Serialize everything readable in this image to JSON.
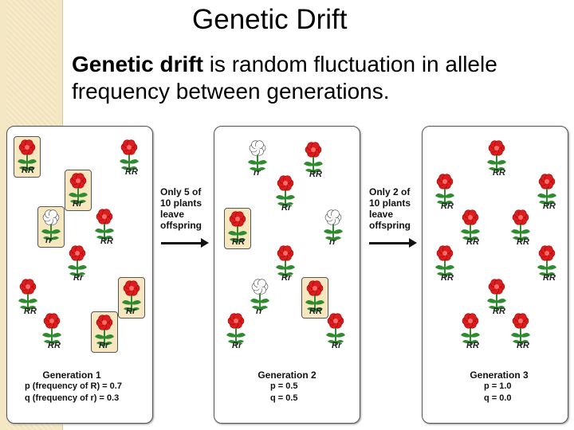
{
  "slide": {
    "title": "Genetic Drift",
    "body_bold": "Genetic drift",
    "body_rest": " is random fluctuation in allele frequency between generations."
  },
  "colors": {
    "red_flower": "#d81e1e",
    "white_flower": "#ffffff",
    "leaf": "#2e8b2e",
    "box": "#f6e7c1"
  },
  "generations": [
    {
      "label": "Generation 1",
      "lines": [
        "p (frequency of R) = 0.7",
        "q (frequency of r) = 0.3"
      ],
      "plants": [
        {
          "genotype": "RR",
          "flower": "red",
          "boxed": true
        },
        {
          "genotype": "RR",
          "flower": "red",
          "boxed": false
        },
        {
          "genotype": "Rr",
          "flower": "red",
          "boxed": true
        },
        {
          "genotype": "rr",
          "flower": "white",
          "boxed": true
        },
        {
          "genotype": "RR",
          "flower": "red",
          "boxed": false
        },
        {
          "genotype": "Rr",
          "flower": "red",
          "boxed": false
        },
        {
          "genotype": "RR",
          "flower": "red",
          "boxed": false
        },
        {
          "genotype": "Rr",
          "flower": "red",
          "boxed": true
        },
        {
          "genotype": "RR",
          "flower": "red",
          "boxed": false
        },
        {
          "genotype": "Rr",
          "flower": "red",
          "boxed": true
        }
      ]
    },
    {
      "label": "Generation 2",
      "lines": [
        "p = 0.5",
        "q = 0.5"
      ],
      "plants": [
        {
          "genotype": "rr",
          "flower": "white",
          "boxed": false
        },
        {
          "genotype": "RR",
          "flower": "red",
          "boxed": false
        },
        {
          "genotype": "Rr",
          "flower": "red",
          "boxed": false
        },
        {
          "genotype": "RR",
          "flower": "red",
          "boxed": true
        },
        {
          "genotype": "rr",
          "flower": "white",
          "boxed": false
        },
        {
          "genotype": "Rr",
          "flower": "red",
          "boxed": false
        },
        {
          "genotype": "rr",
          "flower": "white",
          "boxed": false
        },
        {
          "genotype": "RR",
          "flower": "red",
          "boxed": true
        },
        {
          "genotype": "Rr",
          "flower": "red",
          "boxed": false
        },
        {
          "genotype": "Rr",
          "flower": "red",
          "boxed": false
        }
      ]
    },
    {
      "label": "Generation 3",
      "lines": [
        "p = 1.0",
        "q = 0.0"
      ],
      "plants": [
        {
          "genotype": "RR",
          "flower": "red",
          "boxed": false
        },
        {
          "genotype": "RR",
          "flower": "red",
          "boxed": false
        },
        {
          "genotype": "RR",
          "flower": "red",
          "boxed": false
        },
        {
          "genotype": "RR",
          "flower": "red",
          "boxed": false
        },
        {
          "genotype": "RR",
          "flower": "red",
          "boxed": false
        },
        {
          "genotype": "RR",
          "flower": "red",
          "boxed": false
        },
        {
          "genotype": "RR",
          "flower": "red",
          "boxed": false
        },
        {
          "genotype": "RR",
          "flower": "red",
          "boxed": false
        },
        {
          "genotype": "RR",
          "flower": "red",
          "boxed": false
        },
        {
          "genotype": "RR",
          "flower": "red",
          "boxed": false
        }
      ]
    }
  ],
  "arrows": [
    {
      "lines": [
        "Only 5 of",
        "10 plants",
        "leave",
        "offspring"
      ]
    },
    {
      "lines": [
        "Only 2 of",
        "10 plants",
        "leave",
        "offspring"
      ]
    }
  ]
}
